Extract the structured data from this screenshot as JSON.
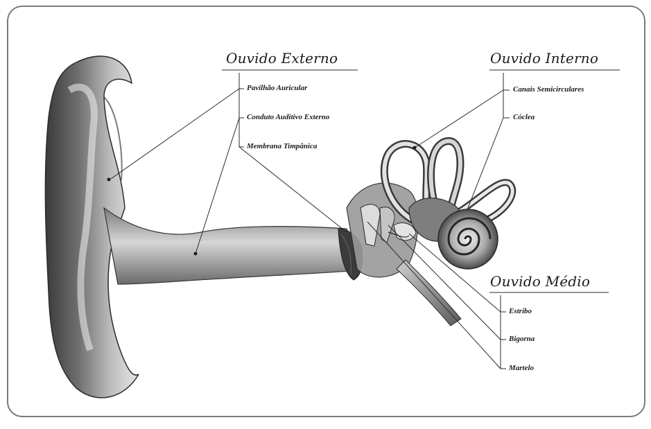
{
  "sections": {
    "externo": {
      "title": "Ouvido Externo",
      "items": [
        "Pavilhão Auricular",
        "Conduto Auditivo Externo",
        "Membrana Timpânica"
      ]
    },
    "interno": {
      "title": "Ouvido Interno",
      "items": [
        "Canais Semicirculares",
        "Cóclea"
      ]
    },
    "medio": {
      "title": "Ouvido Médio",
      "items": [
        "Estribo",
        "Bigorna",
        "Martelo"
      ]
    }
  },
  "colors": {
    "ink": "#1b1b1b",
    "shade_dark": "#2e2e2e",
    "shade_mid": "#8c8c8c",
    "shade_light": "#dcdcdc"
  }
}
